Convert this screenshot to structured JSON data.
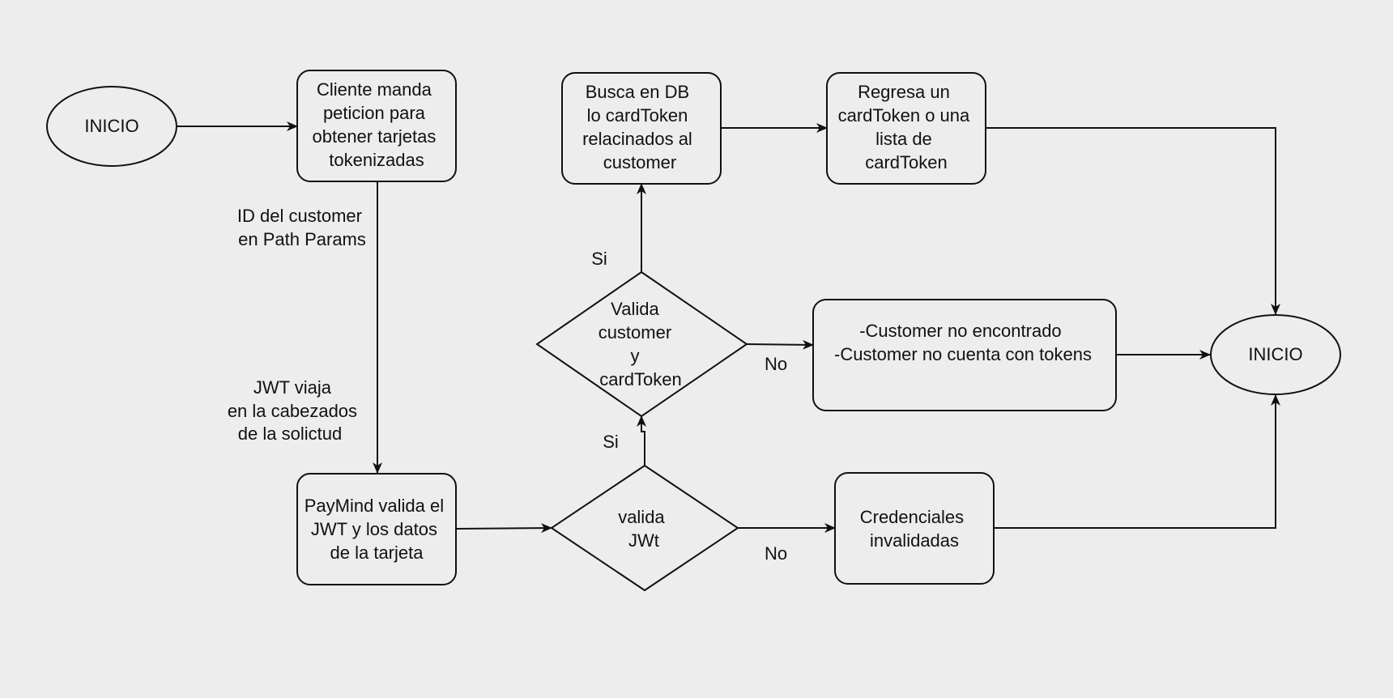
{
  "diagram": {
    "nodes": {
      "inicio_start": {
        "lines": [
          "INICIO"
        ]
      },
      "cliente": {
        "lines": [
          "Cliente manda",
          "peticion para",
          "obtener tarjetas",
          "tokenizadas"
        ]
      },
      "paymind": {
        "lines": [
          "PayMind valida el",
          "JWT y los datos",
          "de la tarjeta"
        ]
      },
      "valida_jwt": {
        "lines": [
          "valida",
          "JWt"
        ]
      },
      "credenciales": {
        "lines": [
          "Credenciales",
          "invalidadas"
        ]
      },
      "valida_customer": {
        "lines": [
          "Valida",
          "customer",
          "y",
          "cardToken"
        ]
      },
      "busca_db": {
        "lines": [
          "Busca en DB",
          "lo cardToken",
          "relacinados al",
          "customer"
        ]
      },
      "regresa": {
        "lines": [
          "Regresa un",
          "cardToken o una",
          "lista de",
          "cardToken"
        ]
      },
      "customer_error": {
        "lines": [
          "-Customer no encontrado",
          "-Customer no cuenta con tokens"
        ]
      },
      "inicio_end": {
        "lines": [
          "INICIO"
        ]
      }
    },
    "edge_labels": {
      "id_customer": {
        "lines": [
          "ID del customer",
          "en Path Params"
        ]
      },
      "jwt_viaja": {
        "lines": [
          "JWT viaja",
          "en la cabezados",
          "de la solictud"
        ]
      },
      "si_jwt": {
        "lines": [
          "Si"
        ]
      },
      "no_jwt": {
        "lines": [
          "No"
        ]
      },
      "si_customer": {
        "lines": [
          "Si"
        ]
      },
      "no_customer": {
        "lines": [
          "No"
        ]
      }
    }
  }
}
